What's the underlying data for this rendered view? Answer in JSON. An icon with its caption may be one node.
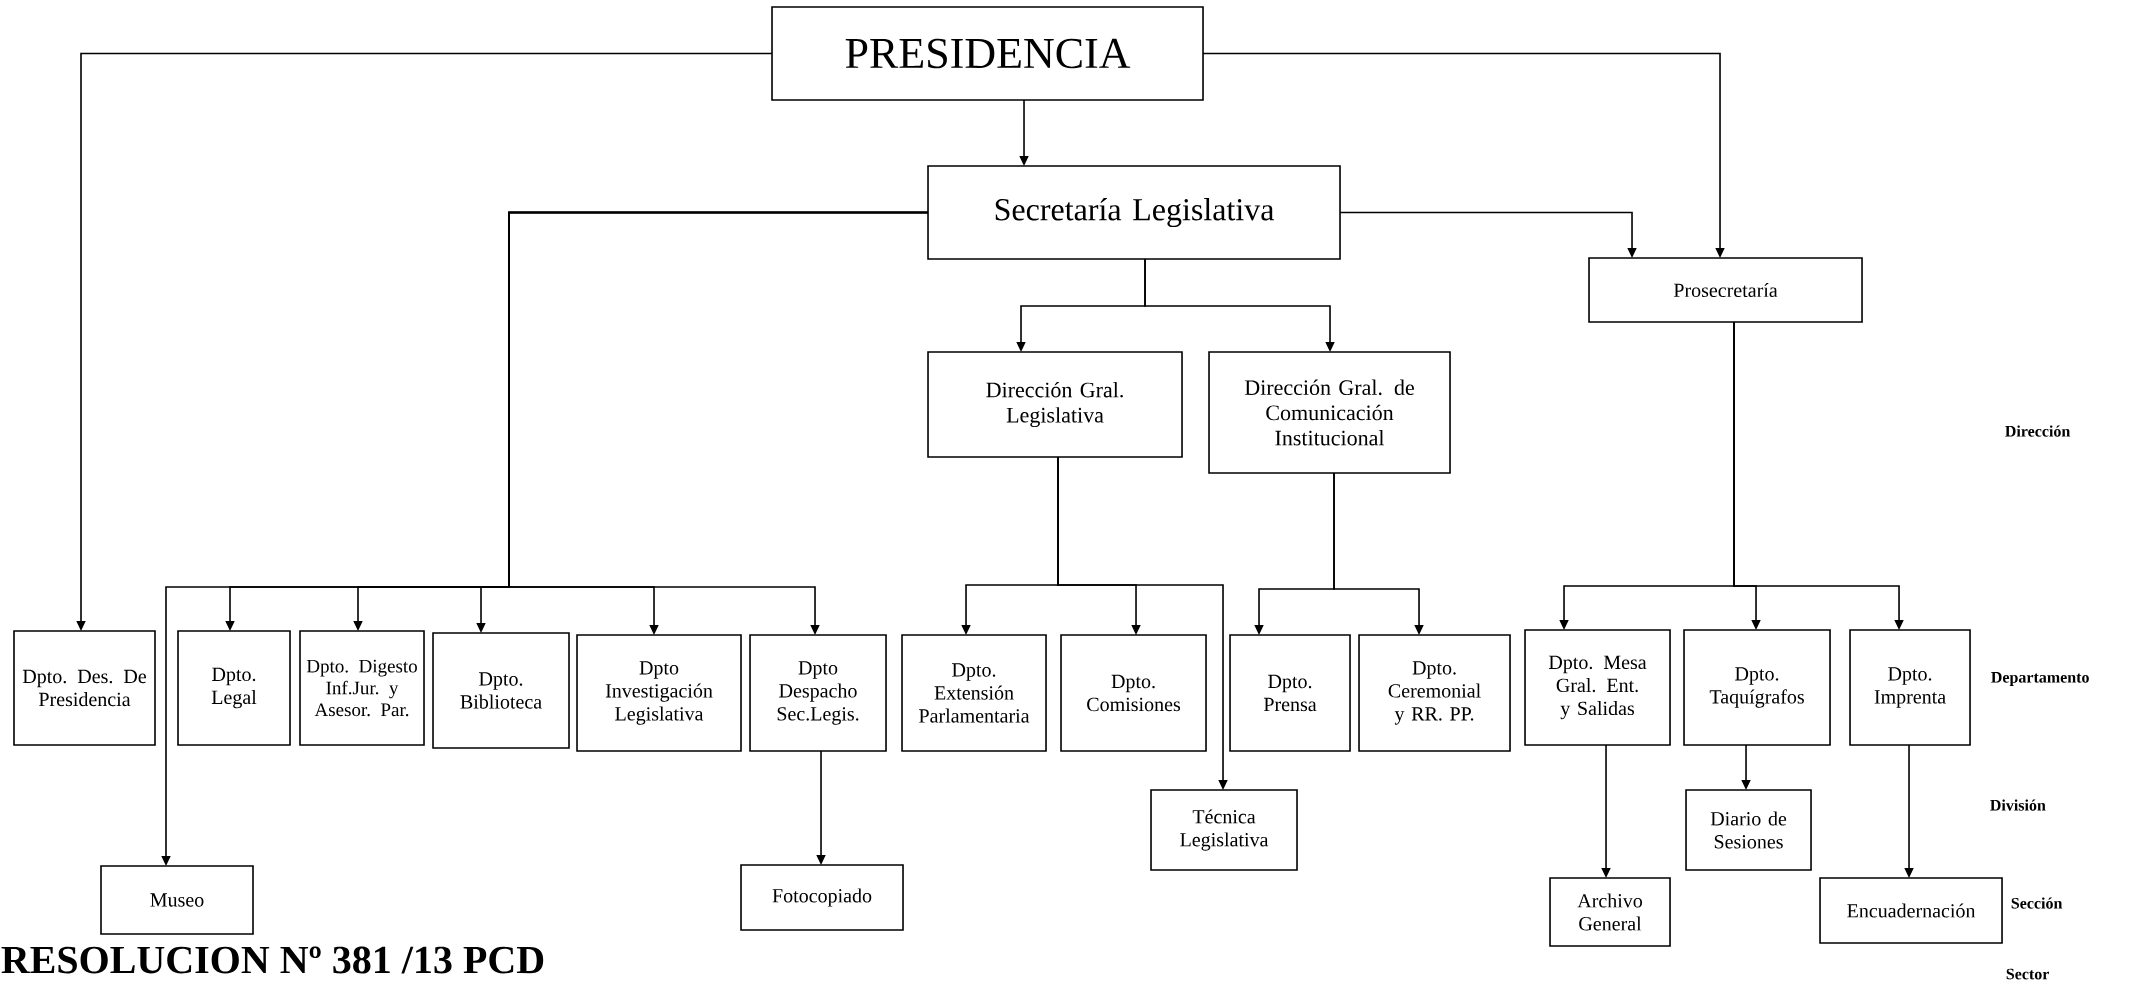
{
  "diagram": {
    "nodes": [
      {
        "text": [
          "PRESIDENCIA"
        ]
      },
      {
        "text": [
          "Secretaría Legislativa"
        ]
      },
      {
        "text": [
          "Prosecretaría"
        ]
      },
      {
        "text": [
          "Dirección Gral. Legislativa"
        ]
      },
      {
        "text": [
          "Dirección Gral. de Comunicación Institucional"
        ]
      },
      {
        "text": [
          "Dpto. Des. De Presidencia"
        ]
      },
      {
        "text": [
          "Dpto. Legal"
        ]
      },
      {
        "text": [
          "Dpto. Digesto Inf.Jur. y Asesor. Par."
        ]
      },
      {
        "text": [
          "Dpto. Biblioteca"
        ]
      },
      {
        "text": [
          "Dpto Investigación Legislativa"
        ]
      },
      {
        "text": [
          "Dpto Despacho Sec.Legis."
        ]
      },
      {
        "text": [
          "Museo"
        ]
      },
      {
        "text": [
          "Fotocopiado"
        ]
      },
      {
        "text": [
          "Dpto. Extensión Parlamentaria"
        ]
      },
      {
        "text": [
          "Dpto. Comisiones"
        ]
      },
      {
        "text": [
          "Técnica Legislativa"
        ]
      },
      {
        "text": [
          "Dpto. Prensa"
        ]
      },
      {
        "text": [
          "Dpto. Ceremonial y RR. PP."
        ]
      },
      {
        "text": [
          "Dpto. Mesa Gral. Ent. y Salidas"
        ]
      },
      {
        "text": [
          "Dpto. Taquígrafos"
        ]
      },
      {
        "text": [
          "Dpto. Imprenta"
        ]
      },
      {
        "text": [
          "Diario de Sesiones"
        ]
      },
      {
        "text": [
          "Archivo General"
        ]
      },
      {
        "text": [
          "Encuadernación"
        ]
      }
    ],
    "edges": [
      {
        "from": 0,
        "to": 1,
        "arrow": "to"
      },
      {
        "from": 0,
        "to": 5,
        "arrow": "to"
      },
      {
        "from": 0,
        "to": 2,
        "arrow": "to"
      },
      {
        "from": 1,
        "to": 2,
        "arrow": "to"
      },
      {
        "from": 1,
        "to": 3,
        "arrow": "to"
      },
      {
        "from": 1,
        "to": 4,
        "arrow": "to"
      },
      {
        "from": 1,
        "to": 6,
        "arrow": "to"
      },
      {
        "from": 1,
        "to": 7,
        "arrow": "to"
      },
      {
        "from": 1,
        "to": 8,
        "arrow": "to"
      },
      {
        "from": 1,
        "to": 9,
        "arrow": "to"
      },
      {
        "from": 1,
        "to": 10,
        "arrow": "to"
      },
      {
        "from": 1,
        "to": 11,
        "arrow": "to"
      },
      {
        "from": 3,
        "to": 13,
        "arrow": "to"
      },
      {
        "from": 3,
        "to": 14,
        "arrow": "to"
      },
      {
        "from": 3,
        "to": 15,
        "arrow": "to"
      },
      {
        "from": 4,
        "to": 16,
        "arrow": "to"
      },
      {
        "from": 4,
        "to": 17,
        "arrow": "to"
      },
      {
        "from": 2,
        "to": 18,
        "arrow": "to"
      },
      {
        "from": 2,
        "to": 19,
        "arrow": "to"
      },
      {
        "from": 2,
        "to": 20,
        "arrow": "to"
      },
      {
        "from": 10,
        "to": 12,
        "arrow": "to"
      },
      {
        "from": 18,
        "to": 22,
        "arrow": "to"
      },
      {
        "from": 19,
        "to": 21,
        "arrow": "to"
      },
      {
        "from": 20,
        "to": 23,
        "arrow": "to"
      }
    ],
    "labels": [
      "Dirección",
      "Departamento",
      "División",
      "Sección",
      "Sector",
      "RESOLUCION Nº 381 /13 PCD"
    ]
  }
}
